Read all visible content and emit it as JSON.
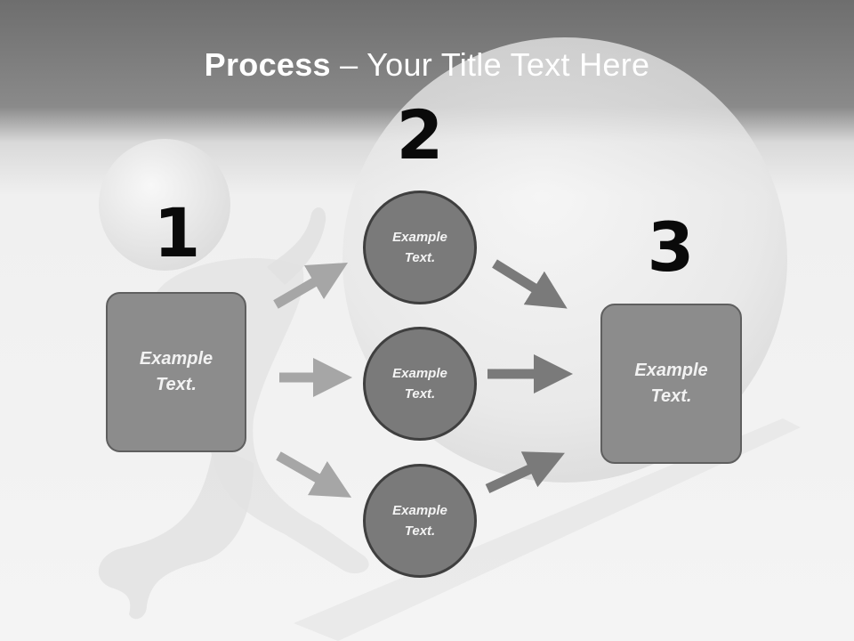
{
  "title": {
    "bold": "Process",
    "rest": " – Your Title Text Here"
  },
  "steps": [
    {
      "number": "1",
      "text": "Example\nText."
    },
    {
      "number": "2",
      "circles": [
        "Example\nText.",
        "Example\nText.",
        "Example\nText."
      ]
    },
    {
      "number": "3",
      "text": "Example\nText."
    }
  ],
  "colors": {
    "header_gradient": "#6e6e6e",
    "box_fill": "#8c8c8c",
    "circle_fill": "#7a7a7a",
    "arrow_light": "#a6a6a6",
    "arrow_dark": "#7a7a7a",
    "number_color": "#0a0a0a"
  }
}
